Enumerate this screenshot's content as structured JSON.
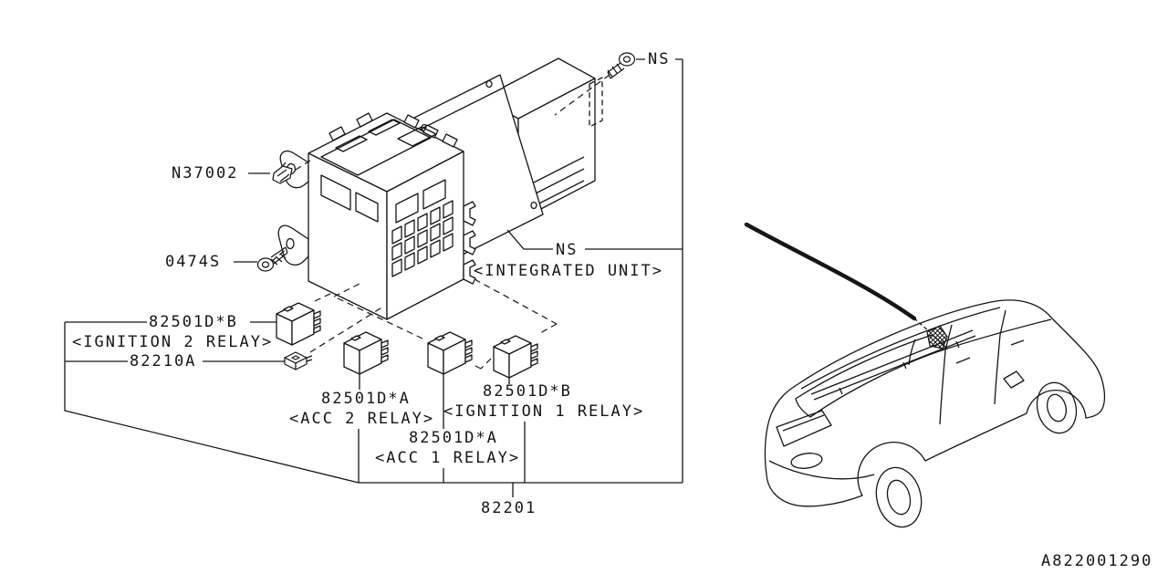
{
  "callouts": {
    "clip": {
      "code": "N37002"
    },
    "screw_a": {
      "code": "0474S"
    },
    "relay_ignition_2": {
      "code": "82501D*B",
      "name": "<IGNITION 2 RELAY>"
    },
    "fuse": {
      "code": "82210A"
    },
    "relay_acc_2": {
      "code": "82501D*A",
      "name": "<ACC 2 RELAY>"
    },
    "relay_ignition_1": {
      "code": "82501D*B",
      "name": "<IGNITION 1 RELAY>"
    },
    "relay_acc_1": {
      "code": "82501D*A",
      "name": "<ACC 1 RELAY>"
    },
    "fuse_box": {
      "code": "82201"
    },
    "screw_ns": {
      "code": "NS"
    },
    "integrated_unit": {
      "code": "NS",
      "name": "<INTEGRATED UNIT>"
    }
  },
  "footer": {
    "diagram_code": "A822001290"
  },
  "colors": {
    "line": "#161616",
    "background": "#ffffff"
  }
}
